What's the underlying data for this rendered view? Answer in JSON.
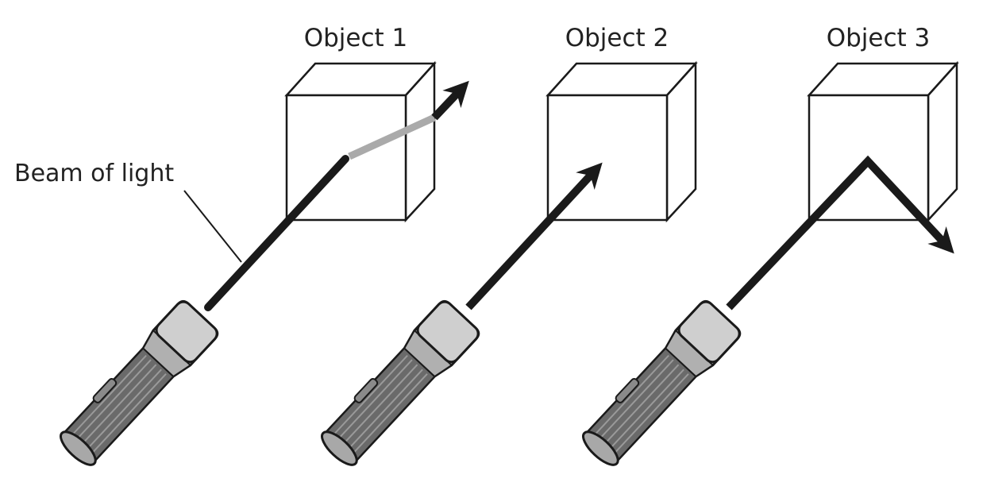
{
  "objects": [
    {
      "title": "Object 1",
      "behavior": "transmits"
    },
    {
      "title": "Object 2",
      "behavior": "absorbs"
    },
    {
      "title": "Object 3",
      "behavior": "reflects"
    }
  ],
  "label": {
    "beam": "Beam of light"
  },
  "colors": {
    "beam": "#1a1a1a",
    "transmitted_beam": "#aaaaaa",
    "body": "#6a6a6a",
    "head": "#c8c8c8"
  }
}
